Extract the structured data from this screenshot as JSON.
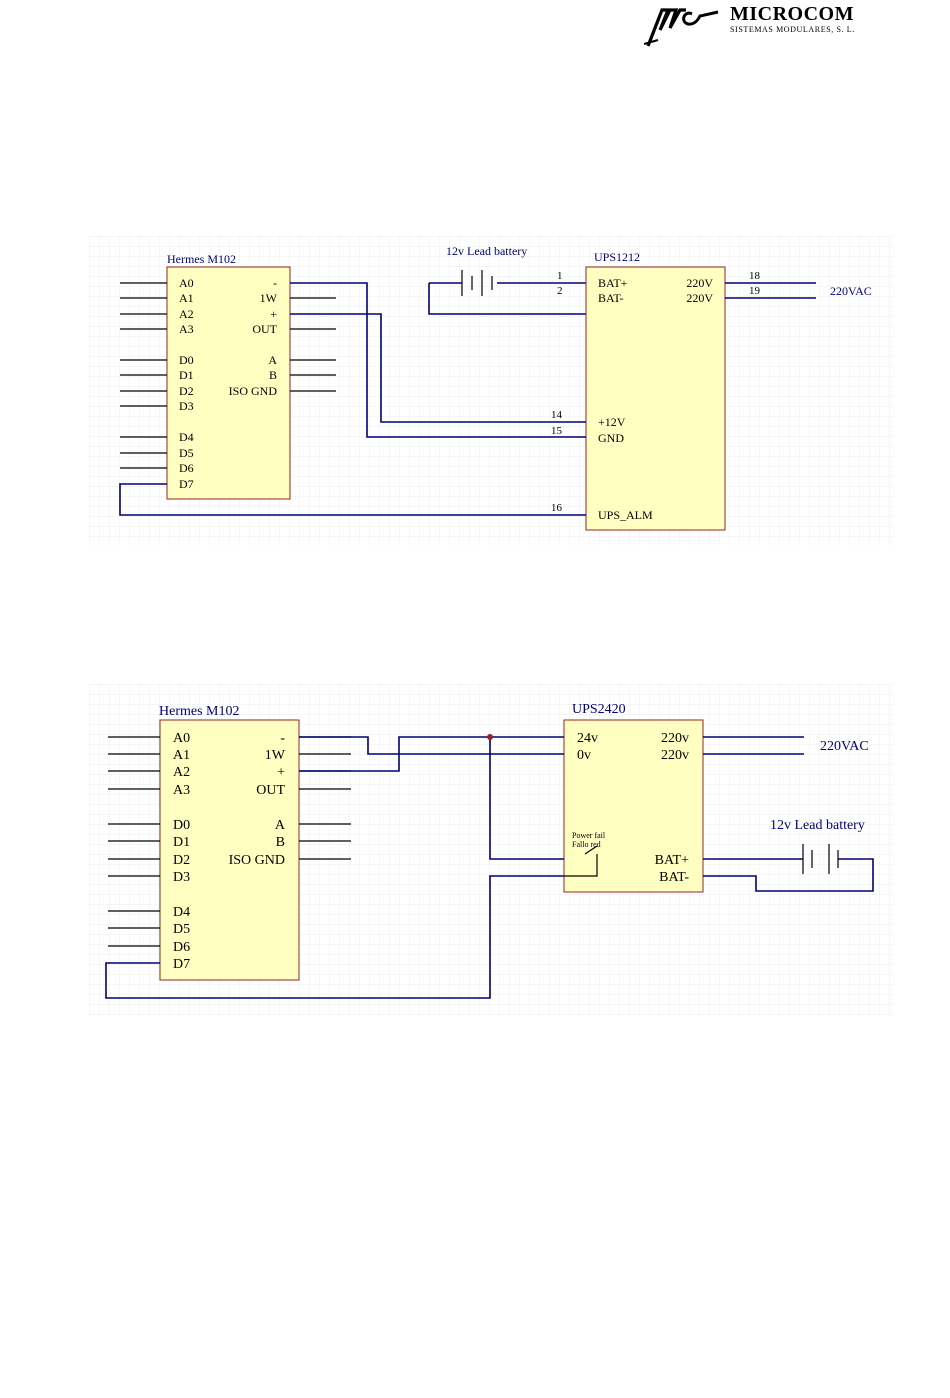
{
  "logo": {
    "brand": "MICROCOM",
    "subtitle": "SISTEMAS MODULARES, S. L.",
    "mark": "mc",
    "colors": {
      "ink": "#000000"
    }
  },
  "diagram1": {
    "hermes": {
      "title": "Hermes M102",
      "left_pins": [
        "A0",
        "A1",
        "A2",
        "A3",
        "D0",
        "D1",
        "D2",
        "D3",
        "D4",
        "D5",
        "D6",
        "D7"
      ],
      "right_pins": [
        "-",
        "1W",
        "+",
        "OUT",
        "A",
        "B",
        "ISO GND"
      ]
    },
    "battery_label": "12v Lead battery",
    "ups": {
      "title": "UPS1212",
      "pins": [
        "BAT+",
        "BAT-",
        "220V",
        "220V",
        "+12V",
        "GND",
        "UPS_ALM"
      ]
    },
    "pin_numbers": [
      "1",
      "2",
      "18",
      "19",
      "14",
      "15",
      "16"
    ],
    "ac_label": "220VAC"
  },
  "diagram2": {
    "hermes": {
      "title": "Hermes M102",
      "left_pins": [
        "A0",
        "A1",
        "A2",
        "A3",
        "D0",
        "D1",
        "D2",
        "D3",
        "D4",
        "D5",
        "D6",
        "D7"
      ],
      "right_pins": [
        "-",
        "1W",
        "+",
        "OUT",
        "A",
        "B",
        "ISO GND"
      ]
    },
    "ups": {
      "title": "UPS2420",
      "pins": [
        "24v",
        "0v",
        "220v",
        "220v",
        "BAT+",
        "BAT-"
      ],
      "relay": [
        "Power fail",
        "Fallo red"
      ]
    },
    "ac_label": "220VAC",
    "battery_label": "12v Lead battery"
  },
  "colors": {
    "wire": "#00007a",
    "component_fill": "#ffffc2",
    "component_border": "#9a2222",
    "grid": "#eeeeee",
    "junction": "#9a2222"
  }
}
